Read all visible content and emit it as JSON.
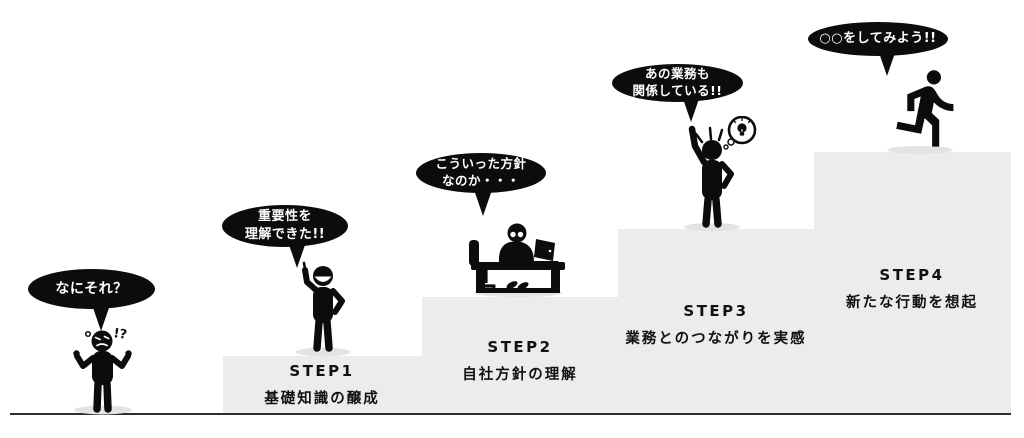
{
  "diagram": {
    "title_implicit": "learning steps staircase",
    "ground": {
      "figure": "confused shrugging person",
      "bubble_lines": [
        "なにそれ？"
      ],
      "exclamation": "!?"
    },
    "steps": [
      {
        "name": "STEP1",
        "caption": "基礎知識の醸成",
        "bubble_lines": [
          "重要性を",
          "理解できた!!"
        ],
        "figure": "person pointing up"
      },
      {
        "name": "STEP2",
        "caption": "自社方針の理解",
        "bubble_lines": [
          "こういった方針",
          "なのか・・・"
        ],
        "figure": "person studying at desk with laptop"
      },
      {
        "name": "STEP3",
        "caption": "業務とのつながりを実感",
        "bubble_lines": [
          "あの業務も",
          "関係している!!"
        ],
        "figure": "person raising hand with lightbulb idea"
      },
      {
        "name": "STEP4",
        "caption": "新たな行動を想起",
        "bubble_lines": [
          "○○をしてみよう!!"
        ],
        "figure": "running person"
      }
    ],
    "colors": {
      "step_fill": "#ececec",
      "bubble_fill": "#0c0c0c",
      "bubble_text": "#ffffff",
      "figure_fill": "#0c0c0c",
      "label_text": "#111111",
      "ground_line": "#2e2e2e",
      "shadow": "#e3e3e3"
    }
  }
}
